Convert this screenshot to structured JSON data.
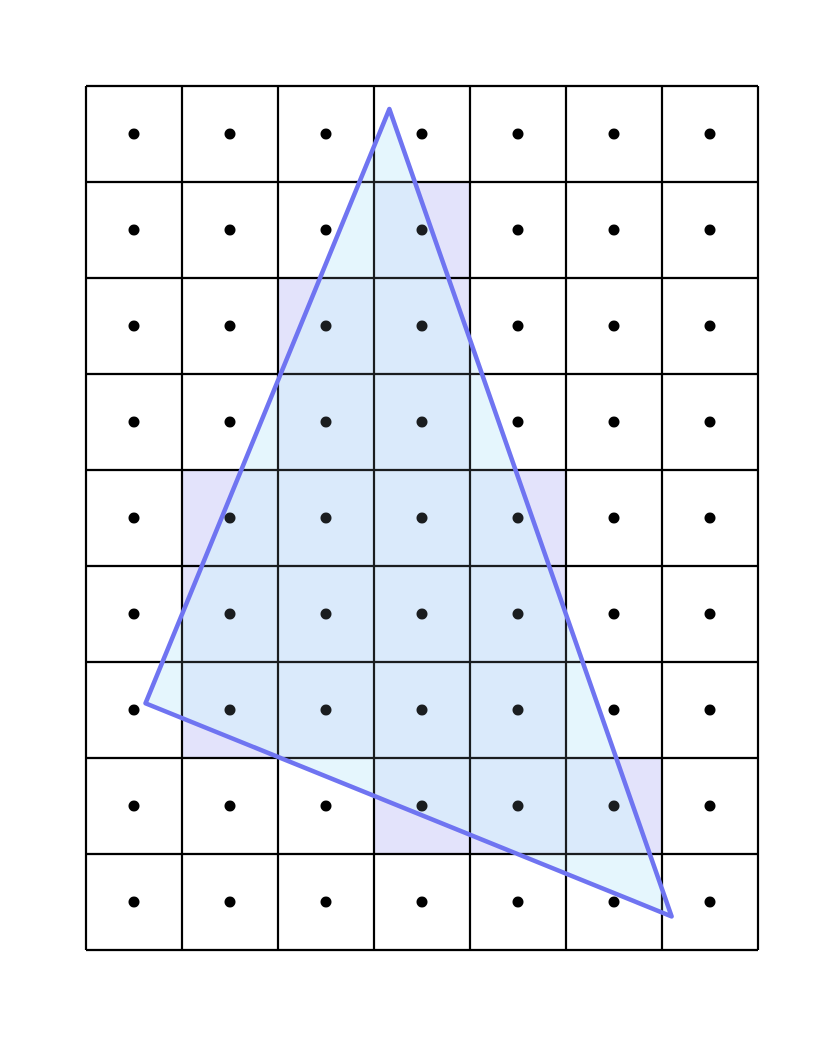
{
  "grid": {
    "columns": 7,
    "rows": 9
  },
  "triangle": {
    "vertices": [
      {
        "col": 3.16,
        "row": 0.24
      },
      {
        "col": 0.62,
        "row": 6.43
      },
      {
        "col": 6.1,
        "row": 8.65
      }
    ]
  },
  "covered_cells": [
    [
      1,
      3
    ],
    [
      2,
      2
    ],
    [
      2,
      3
    ],
    [
      3,
      2
    ],
    [
      3,
      3
    ],
    [
      4,
      1
    ],
    [
      4,
      2
    ],
    [
      4,
      3
    ],
    [
      4,
      4
    ],
    [
      5,
      1
    ],
    [
      5,
      2
    ],
    [
      5,
      3
    ],
    [
      5,
      4
    ],
    [
      6,
      1
    ],
    [
      6,
      2
    ],
    [
      6,
      3
    ],
    [
      6,
      4
    ],
    [
      7,
      3
    ],
    [
      7,
      4
    ],
    [
      7,
      5
    ]
  ],
  "colors": {
    "background": "#ffffff",
    "grid_line": "#000000",
    "sample_point": "#000000",
    "covered_cell_fill": "#e3e3fb",
    "triangle_fill": "#d6f0fc",
    "triangle_stroke": "#6f74f1"
  }
}
